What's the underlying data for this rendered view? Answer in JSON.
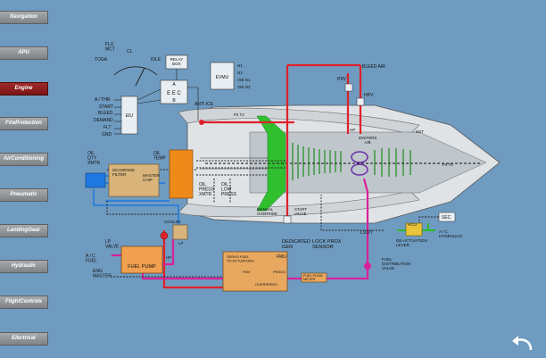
{
  "sidebar": {
    "items": [
      {
        "label": "Navigation",
        "active": false
      },
      {
        "label": "APU",
        "active": false
      },
      {
        "label": "Engine",
        "active": true
      },
      {
        "label": "FireProtection",
        "active": false
      },
      {
        "label": "AirConditioning",
        "active": false
      },
      {
        "label": "Pneumatic",
        "active": false
      },
      {
        "label": "LandingGear",
        "active": false
      },
      {
        "label": "Hydraulic",
        "active": false
      },
      {
        "label": "FlightControls",
        "active": false
      },
      {
        "label": "Electrical",
        "active": false
      }
    ]
  },
  "diagram": {
    "throttle": {
      "flx_mct": "FLX\nMCT",
      "toga": "TOGA",
      "cl": "CL",
      "idle": "IDLE"
    },
    "relay_box": "RELAY\nBOX",
    "eec": {
      "label": "E E C",
      "a": "A",
      "b": "B"
    },
    "eiu": "EIU",
    "eiu_inputs": [
      "A / THR",
      "START",
      "BLEED",
      "DEMAND",
      "FLT",
      "GND"
    ],
    "evmu": {
      "label": "EVMU",
      "outputs": [
        "N1",
        "N2",
        "VIB N1",
        "VIB N2"
      ]
    },
    "anti_ice": "ANTI ICE",
    "p2t2": "P2 T2",
    "bleed_air": "BLEED AIR",
    "prv": "PRV",
    "hpv": "HPV",
    "hp": "HP",
    "ignitors": "IGNITERS\nA/B",
    "egt": "EGT",
    "p4t4": "P4 T4",
    "oil_qty": "OIL\nQTY\nXMTR",
    "scavenge": "SCAVENGE\nFILTER",
    "master_chip": "MASTER\nCHIP",
    "oil_temp": "OIL\nTEMP",
    "oil_press": "OIL\nPRESS\nXMTR",
    "oil_low_press": "OIL\nLOW\nPRESS",
    "manual_override": "MANUAL\nOVERRIDE",
    "start_valve": "START\nVALVE",
    "dedicated_gen": "DEDICATED\nGEN",
    "lock_prox": "LOCK PROX\nSENSOR",
    "lvdt": "LVDT",
    "hcu": "HCU",
    "deactivation_lever": "DE-ACTIVATION\nLEVER",
    "sec": "SEC",
    "ac_hydraulic": "A / C\nHYDRAULIC",
    "lp_valve": "LP\nVALVE",
    "ac_fuel": "A / C\nFUEL",
    "eng_master": "ENG\nMASTER",
    "fuel_pump": "FUEL PUMP",
    "cooler": "COOLER",
    "hp_label": "HP",
    "lp_label": "LP",
    "fmu": "FMU",
    "servo_fuel": "SERVO FUEL\nTO ACTUATORS",
    "fmv": "FMV",
    "prsov": "PRSOV",
    "overspeed": "OVERSPEED",
    "fuel_flow_meter": "FUEL FLOW\nMETER",
    "fuel_dist": "FUEL\nDISTRIBUTION\nVALVE"
  },
  "colors": {
    "background": "#6f9bc0",
    "bleed_line": "#e0202a",
    "fuel_line": "#d8209a",
    "oil_line": "#1e78e0",
    "hydraulic_line": "#2db82d",
    "nav_active": "#8a1c1c",
    "engine_body": "#dfe3e6"
  },
  "icons": {
    "back": "curved-back-arrow-icon"
  }
}
